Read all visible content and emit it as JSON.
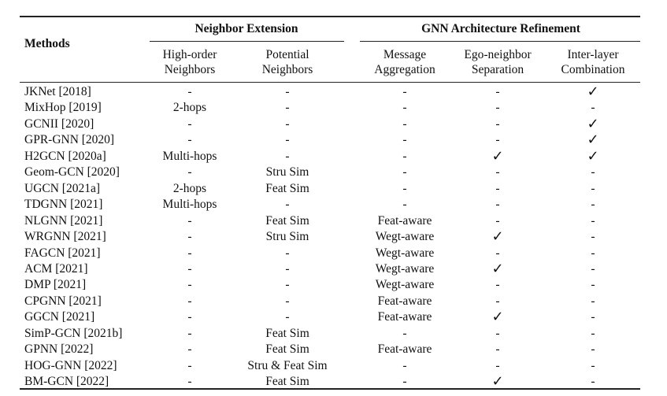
{
  "table": {
    "header": {
      "methods": "Methods",
      "group_neighbor": "Neighbor Extension",
      "group_gnn": "GNN Architecture Refinement",
      "columns": [
        [
          "High-order",
          "Neighbors"
        ],
        [
          "Potential",
          "Neighbors"
        ],
        [
          "Message",
          "Aggregation"
        ],
        [
          "Ego-neighbor",
          "Separation"
        ],
        [
          "Inter-layer",
          "Combination"
        ]
      ]
    },
    "rows": [
      [
        "JKNet [2018]",
        "-",
        "-",
        "-",
        "-",
        "✓"
      ],
      [
        "MixHop [2019]",
        "2-hops",
        "-",
        "-",
        "-",
        "-"
      ],
      [
        "GCNII [2020]",
        "-",
        "-",
        "-",
        "-",
        "✓"
      ],
      [
        "GPR-GNN [2020]",
        "-",
        "-",
        "-",
        "-",
        "✓"
      ],
      [
        "H2GCN [2020a]",
        "Multi-hops",
        "-",
        "-",
        "✓",
        "✓"
      ],
      [
        "Geom-GCN [2020]",
        "-",
        "Stru Sim",
        "-",
        "-",
        "-"
      ],
      [
        "UGCN [2021a]",
        "2-hops",
        "Feat Sim",
        "-",
        "-",
        "-"
      ],
      [
        "TDGNN [2021]",
        "Multi-hops",
        "-",
        "-",
        "-",
        "-"
      ],
      [
        "NLGNN [2021]",
        "-",
        "Feat Sim",
        "Feat-aware",
        "-",
        "-"
      ],
      [
        "WRGNN [2021]",
        "-",
        "Stru Sim",
        "Wegt-aware",
        "✓",
        "-"
      ],
      [
        "FAGCN [2021]",
        "-",
        "-",
        "Wegt-aware",
        "-",
        "-"
      ],
      [
        "ACM [2021]",
        "-",
        "-",
        "Wegt-aware",
        "✓",
        "-"
      ],
      [
        "DMP [2021]",
        "-",
        "-",
        "Wegt-aware",
        "-",
        "-"
      ],
      [
        "CPGNN [2021]",
        "-",
        "-",
        "Feat-aware",
        "-",
        "-"
      ],
      [
        "GGCN [2021]",
        "-",
        "-",
        "Feat-aware",
        "✓",
        "-"
      ],
      [
        "SimP-GCN [2021b]",
        "-",
        "Feat Sim",
        "-",
        "-",
        "-"
      ],
      [
        "GPNN [2022]",
        "-",
        "Feat Sim",
        "Feat-aware",
        "-",
        "-"
      ],
      [
        "HOG-GNN [2022]",
        "-",
        "Stru & Feat Sim",
        "-",
        "-",
        "-"
      ],
      [
        "BM-GCN [2022]",
        "-",
        "Feat Sim",
        "-",
        "✓",
        "-"
      ]
    ]
  }
}
